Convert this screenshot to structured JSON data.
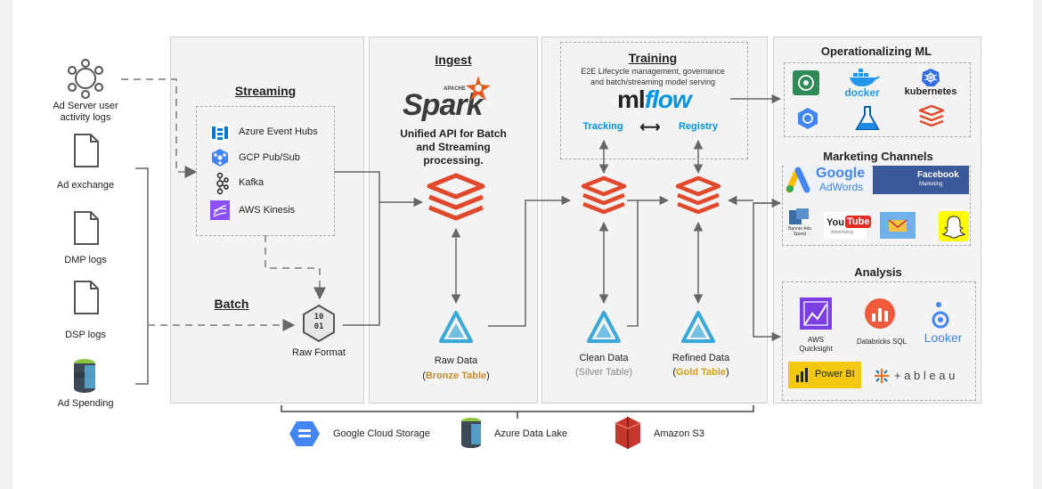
{
  "sources": {
    "ad_server": "Ad Server user\nactivity logs",
    "ad_exchange": "Ad exchange",
    "dmp": "DMP logs",
    "dsp": "DSP logs",
    "ad_spending": "Ad Spending"
  },
  "streaming": {
    "title": "Streaming",
    "items": [
      "Azure Event Hubs",
      "GCP Pub/Sub",
      "Kafka",
      "AWS Kinesis"
    ]
  },
  "batch": {
    "title": "Batch",
    "raw_format_label": "Raw Format",
    "raw_format_glyph": "10\n01"
  },
  "ingest": {
    "title": "Ingest",
    "spark_apache": "APACHE",
    "spark_word": "Spark",
    "description": "Unified API for Batch\nand Streaming\nprocessing.",
    "raw_data": "Raw Data",
    "bronze_open": "(",
    "bronze": "Bronze Table",
    "bronze_close": ")"
  },
  "training": {
    "title": "Training",
    "description": "E2E Lifecycle management, governance\nand batch/streaming model serving",
    "mlflow_ml": "ml",
    "mlflow_flow": "flow",
    "tracking": "Tracking",
    "registry": "Registry",
    "arrow": "⟷",
    "clean_data": "Clean Data",
    "silver": "(Silver Table)",
    "refined_data": "Refined Data",
    "gold_open": "(",
    "gold": "Gold Table",
    "gold_close": ")"
  },
  "operationalizing": {
    "title": "Operationalizing ML",
    "docker": "docker",
    "kubernetes": "kubernetes"
  },
  "marketing": {
    "title": "Marketing Channels",
    "google": "Google",
    "adwords": "AdWords",
    "facebook": "Facebook",
    "facebook_sub": "Marketing",
    "banner": "Banner Ads\nSpend",
    "youtube_you": "You",
    "youtube_tube": "Tube",
    "youtube_sub": "Advertising"
  },
  "analysis": {
    "title": "Analysis",
    "quicksight": "AWS\nQuicksight",
    "databricks_sql": "Databricks SQL",
    "looker": "Looker",
    "powerbi": "Power BI",
    "tableau": "+ a b l e a u"
  },
  "storage": [
    "Google Cloud Storage",
    "Azure Data Lake",
    "Amazon S3"
  ],
  "colors": {
    "databricks": "#e0492b",
    "delta": "#3aa8d8",
    "spark_orange": "#e25a1c",
    "mlflow_blue": "#0194e2",
    "gold": "#d4a017",
    "bronze": "#c98a2e"
  }
}
